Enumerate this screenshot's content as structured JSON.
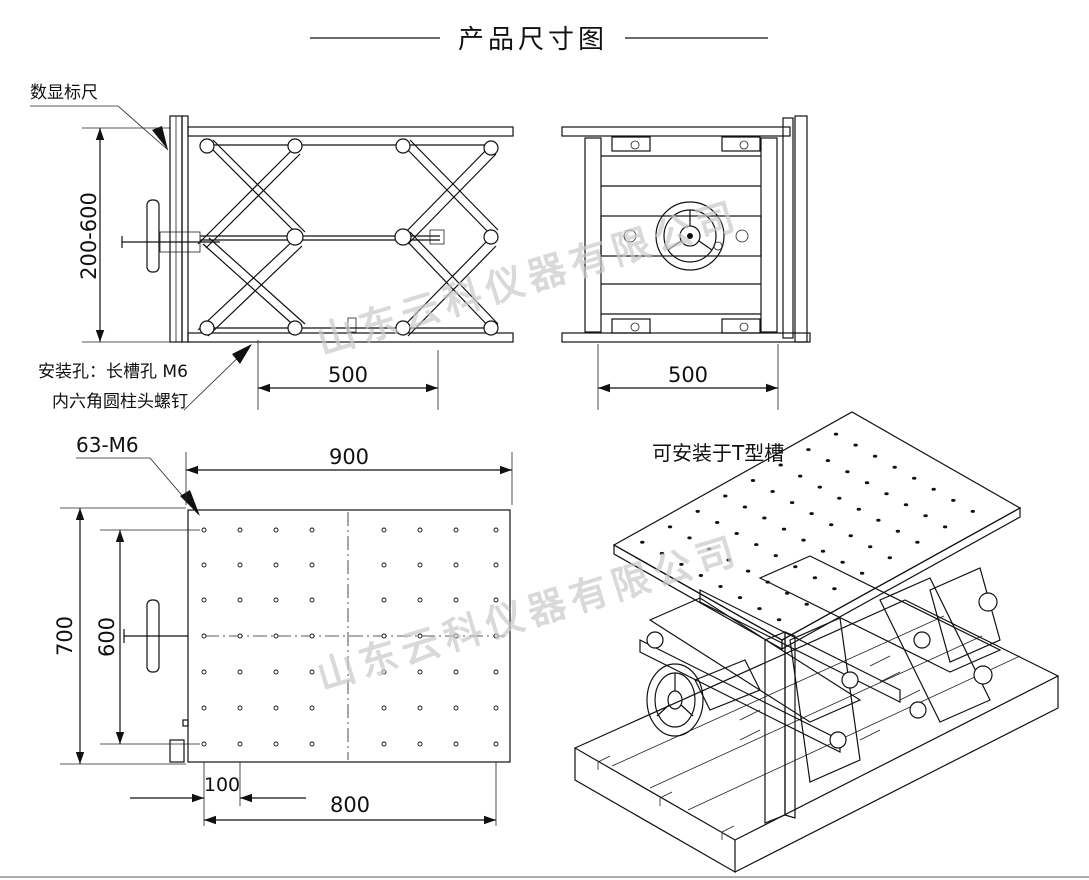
{
  "title": "产品尺寸图",
  "labels": {
    "digital_scale": "数显标尺",
    "range_height": "200-600",
    "mount_hole_line1": "安装孔：长槽孔 M6",
    "mount_hole_line2": "内六角圆柱头螺钉",
    "width_side": "500",
    "width_front": "500",
    "holes": "63-M6",
    "length_total": "900",
    "length_inner": "800",
    "offset": "100",
    "depth_total": "700",
    "depth_inner": "600",
    "t_slot": "可安装于T型槽"
  },
  "watermark": "山东云科仪器有限公司",
  "colors": {
    "line": "#111111",
    "watermark": "#c9c9c9"
  }
}
